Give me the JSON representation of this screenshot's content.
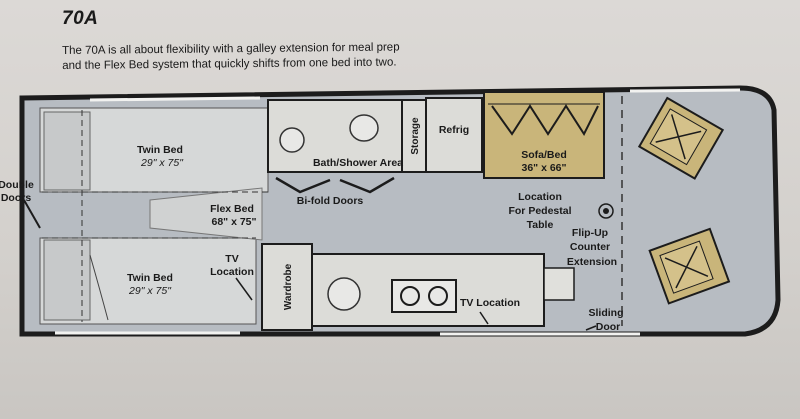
{
  "heading": {
    "model": "70A",
    "description_line1": "The 70A is all about flexibility with a galley extension for meal prep",
    "description_line2": "and the Flex Bed system that quickly shifts from one bed into two."
  },
  "labels": {
    "double_doors_1": "Double",
    "double_doors_2": "Doors",
    "twin_bed_top": "Twin Bed",
    "twin_bed_top_size": "29\" x 75\"",
    "twin_bed_bottom": "Twin Bed",
    "twin_bed_bottom_size": "29\" x 75\"",
    "flex_bed": "Flex Bed",
    "flex_bed_size": "68\" x 75\"",
    "tv_location_left_1": "TV",
    "tv_location_left_2": "Location",
    "wardrobe": "Wardrobe",
    "bath_shower": "Bath/Shower Area",
    "bifold_doors": "Bi-fold Doors",
    "storage": "Storage",
    "refrig": "Refrig",
    "sofa_bed": "Sofa/Bed",
    "sofa_bed_size": "36\" x 66\"",
    "pedestal_1": "Location",
    "pedestal_2": "For Pedestal",
    "pedestal_3": "Table",
    "counter_1": "Flip-Up",
    "counter_2": "Counter",
    "counter_3": "Extension",
    "tv_location_galley": "TV Location",
    "sliding_door_1": "Sliding",
    "sliding_door_2": "Door"
  },
  "colors": {
    "floor": "#b7bcc2",
    "outline": "#1c1c1c",
    "upholstery": "#c9b57a",
    "panel": "#dcdcd8"
  }
}
